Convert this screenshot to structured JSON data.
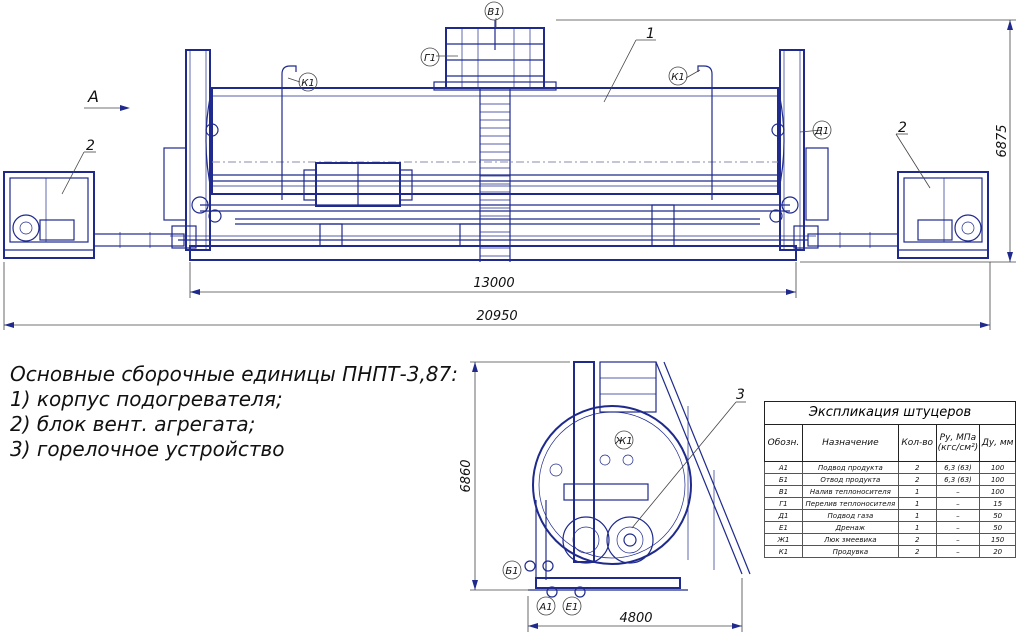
{
  "dimensions": {
    "length_inner": "13000",
    "length_overall": "20950",
    "height_front": "6875",
    "height_side": "6860",
    "width_side": "4800"
  },
  "callouts": {
    "part1": "1",
    "part2_left": "2",
    "part2_right": "2",
    "part3": "3",
    "view_arrow": "A"
  },
  "fitting_labels": {
    "v1": "В1",
    "g1": "Г1",
    "k1_left": "К1",
    "k1_right": "К1",
    "d1": "Д1",
    "zh1": "Ж1",
    "b1": "Б1",
    "a1": "А1",
    "e1": "Е1"
  },
  "notes": {
    "heading": "Основные сборочные единицы ПНПТ-3,87:",
    "items": [
      "1) корпус подогревателя;",
      "2) блок вент. агрегата;",
      "3) горелочное устройство"
    ]
  },
  "table": {
    "title": "Экспликация штуцеров",
    "headers": [
      "Обозн.",
      "Назначение",
      "Кол-во",
      "Ру, МПа (кгс/см²)",
      "Ду, мм"
    ],
    "rows": [
      [
        "А1",
        "Подвод продукта",
        "2",
        "6,3 (63)",
        "100"
      ],
      [
        "Б1",
        "Отвод продукта",
        "2",
        "6,3 (63)",
        "100"
      ],
      [
        "В1",
        "Налив теплоносителя",
        "1",
        "–",
        "100"
      ],
      [
        "Г1",
        "Перелив теплоносителя",
        "1",
        "–",
        "15"
      ],
      [
        "Д1",
        "Подвод газа",
        "1",
        "–",
        "50"
      ],
      [
        "Е1",
        "Дренаж",
        "1",
        "–",
        "50"
      ],
      [
        "Ж1",
        "Люк змеевика",
        "2",
        "–",
        "150"
      ],
      [
        "К1",
        "Продувка",
        "2",
        "–",
        "20"
      ]
    ]
  },
  "colors": {
    "line": "#1f2a8c",
    "text": "#111111"
  }
}
